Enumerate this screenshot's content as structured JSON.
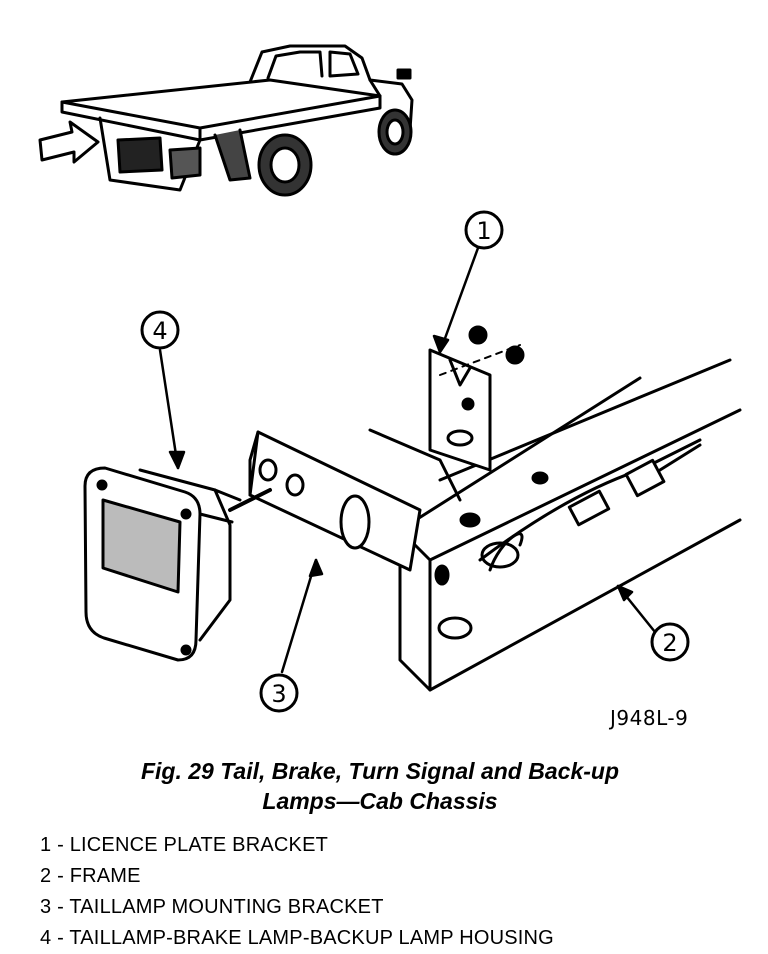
{
  "drawing_id": "J948L-9",
  "callouts": [
    "1",
    "2",
    "3",
    "4"
  ],
  "caption": {
    "line1": "Fig. 29 Tail, Brake, Turn Signal and Back-up",
    "line2": "Lamps—Cab Chassis"
  },
  "legend": [
    "1 - LICENCE PLATE BRACKET",
    "2 - FRAME",
    "3 - TAILLAMP MOUNTING BRACKET",
    "4 - TAILLAMP-BRAKE LAMP-BACKUP LAMP HOUSING"
  ]
}
